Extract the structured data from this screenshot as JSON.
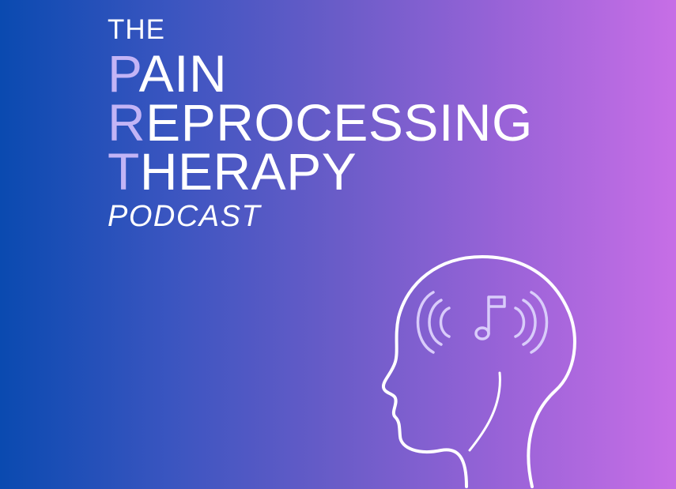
{
  "title": {
    "the": "THE",
    "lines": [
      {
        "initial": "P",
        "rest": "AIN"
      },
      {
        "initial": "R",
        "rest": "EPROCESSING"
      },
      {
        "initial": "T",
        "rest": "HERAPY"
      }
    ],
    "subtitle": "PODCAST"
  },
  "graphic": {
    "icon": "head-with-music-note-icon",
    "outline_color": "#ffffff",
    "note_color": "#d9ccfa"
  },
  "colors": {
    "gradient_start": "#0a4ab0",
    "gradient_end": "#c76ee6",
    "initial_accent": "#c3b4f6"
  }
}
